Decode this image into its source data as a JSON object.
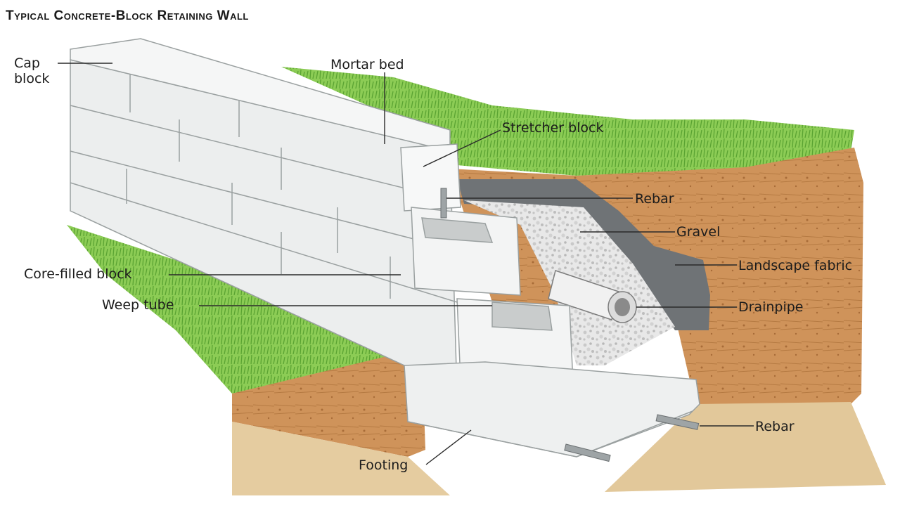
{
  "title": "Typical Concrete-Block Retaining Wall",
  "labels": {
    "cap_block": "Cap\nblock",
    "mortar_bed": "Mortar bed",
    "stretcher_block": "Stretcher block",
    "rebar_top": "Rebar",
    "gravel": "Gravel",
    "landscape_fabric": "Landscape fabric",
    "core_filled_block": "Core-filled block",
    "weep_tube": "Weep tube",
    "drainpipe": "Drainpipe",
    "rebar_bottom": "Rebar",
    "footing": "Footing"
  },
  "colors": {
    "grass": "#7cc24a",
    "soil": "#c98c4f",
    "block": "#eceeee",
    "gravel": "#e4e4e4",
    "fabric": "#6f7376"
  }
}
